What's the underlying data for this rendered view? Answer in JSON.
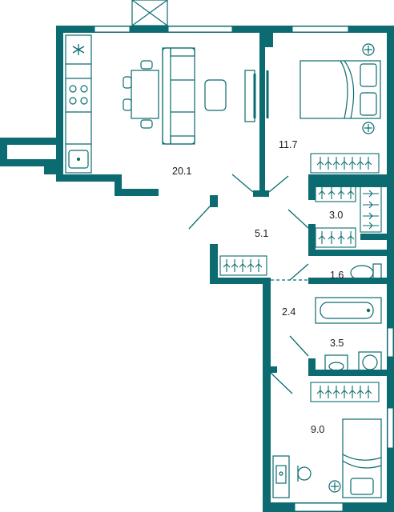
{
  "colors": {
    "wall": "#0b6b70",
    "furniture": "#0b6b70",
    "text": "#1a1a1a",
    "background": "#ffffff"
  },
  "rooms": [
    {
      "id": "living-kitchen",
      "area": "20.1"
    },
    {
      "id": "bedroom-1",
      "area": "11.7"
    },
    {
      "id": "hall",
      "area": "5.1"
    },
    {
      "id": "wardrobe",
      "area": "3.0"
    },
    {
      "id": "wc",
      "area": "1.6"
    },
    {
      "id": "corridor",
      "area": "2.4"
    },
    {
      "id": "bathroom",
      "area": "3.5"
    },
    {
      "id": "bedroom-2",
      "area": "9.0"
    }
  ],
  "icons": [
    "asterisk-icon",
    "hob-icon",
    "sink-icon",
    "dining-table-icon",
    "sofa-icon",
    "armchair-icon",
    "tv-icon",
    "bed-icon",
    "nightstand-icon",
    "hanger-icon",
    "toilet-icon",
    "bathtub-icon",
    "washbasin-icon",
    "washing-machine-icon",
    "desk-icon",
    "chair-icon",
    "vent-icon"
  ]
}
